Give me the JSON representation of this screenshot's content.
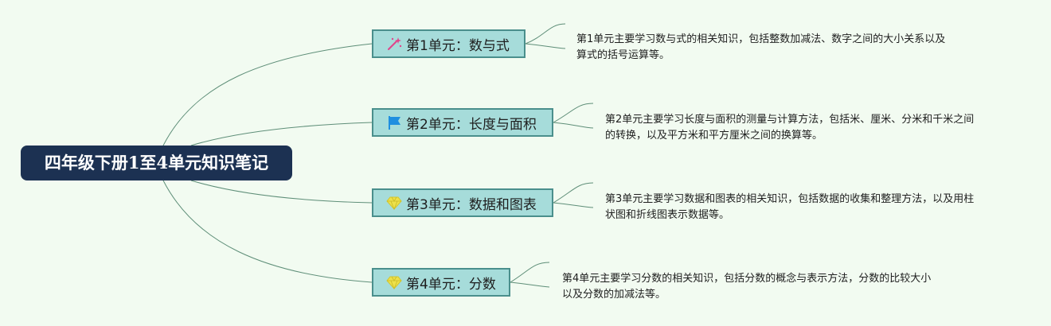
{
  "root": {
    "title": "四年级下册1至4单元知识笔记"
  },
  "branches": [
    {
      "label": "第1单元：数与式",
      "icon": "magic-wand-icon",
      "note_lines": [
        "第1单元主要学习数与式的相关知识，包括整数加减法、数字之间的大小关系以及",
        "算式的括号运算等。"
      ]
    },
    {
      "label": "第2单元：长度与面积",
      "icon": "flag-icon",
      "note_lines": [
        "第2单元主要学习长度与面积的测量与计算方法，包括米、厘米、分米和千米之间",
        "的转换，以及平方米和平方厘米之间的换算等。"
      ]
    },
    {
      "label": "第3单元：数据和图表",
      "icon": "diamond-icon",
      "note_lines": [
        "第3单元主要学习数据和图表的相关知识，包括数据的收集和整理方法，以及用柱",
        "状图和折线图表示数据等。"
      ]
    },
    {
      "label": "第4单元：分数",
      "icon": "diamond-icon",
      "note_lines": [
        "第4单元主要学习分数的相关知识，包括分数的概念与表示方法，分数的比较大小",
        "以及分数的加减法等。"
      ]
    }
  ],
  "colors": {
    "background": "#f2fbf1",
    "root_fill": "#1c3152",
    "branch_fill": "#a6dcda",
    "branch_border": "#4a8f8c",
    "connector": "#5e8e78",
    "wand_icon": "#e0458b",
    "flag_icon": "#1f8fe0",
    "diamond_icon": "#ede14a"
  }
}
